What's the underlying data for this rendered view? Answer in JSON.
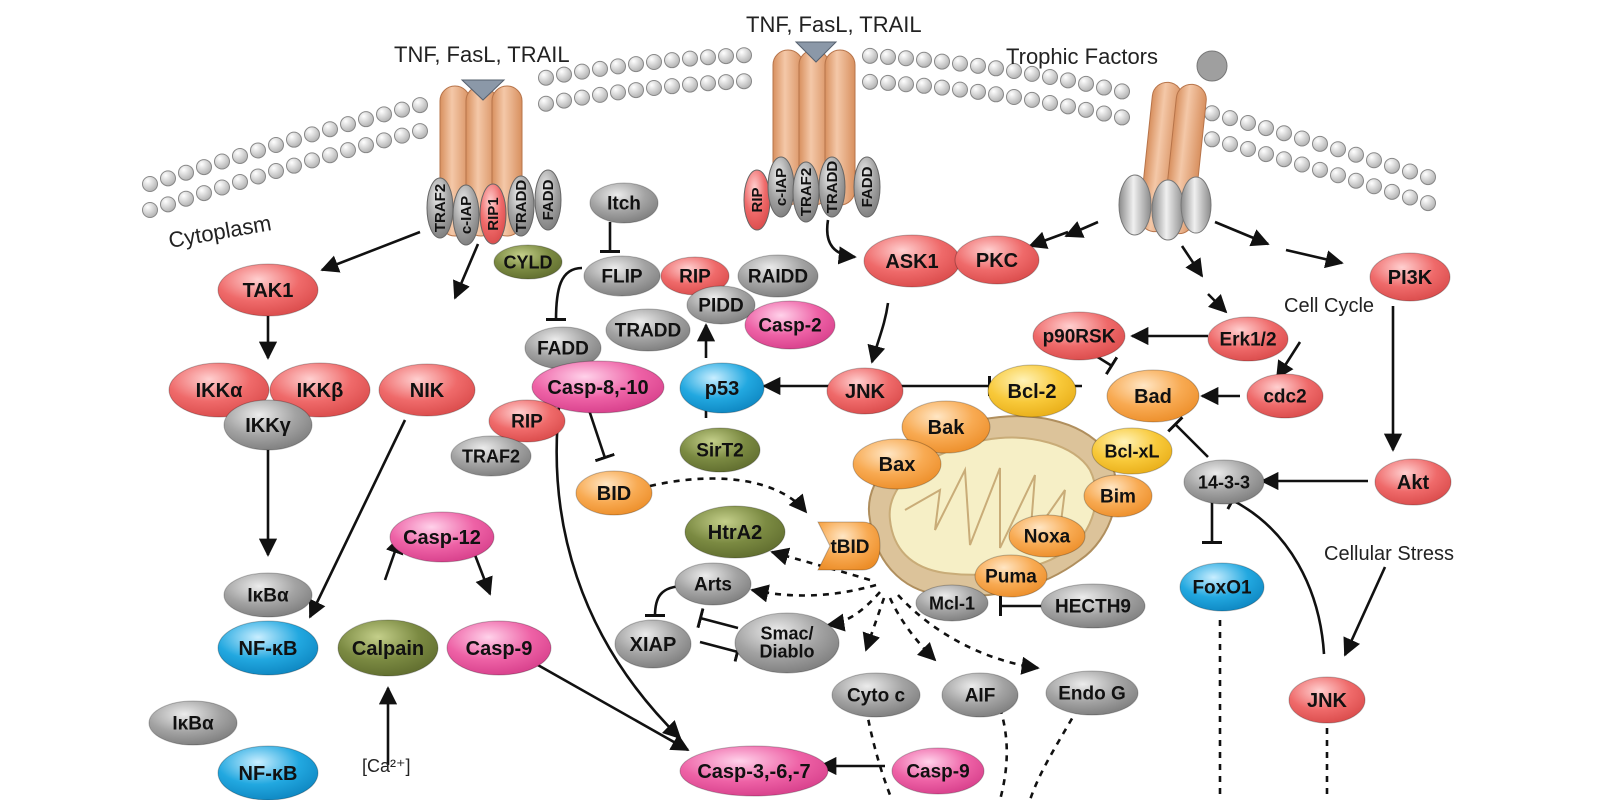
{
  "labels": {
    "ligand_left": "TNF, FasL, TRAIL",
    "ligand_center": "TNF, FasL, TRAIL",
    "trophic": "Trophic Factors",
    "cytoplasm": "Cytoplasm",
    "cell_cycle": "Cell Cycle",
    "cellular_stress": "Cellular Stress",
    "calcium": "[Ca²⁺]"
  },
  "receptor_adaptors": {
    "traf2_left": "TRAF2",
    "ciap_left": "c-IAP",
    "rip1": "RIP1",
    "tradd_left": "TRADD",
    "fadd_left": "FADD",
    "rip_center": "RIP",
    "ciap_center": "c-IAP",
    "traf2_center": "TRAF2",
    "tradd_center": "TRADD",
    "fadd_center": "FADD"
  },
  "nodes": {
    "cyld": "CYLD",
    "tak1": "TAK1",
    "ikka": "IKKα",
    "ikkb": "IKKβ",
    "ikkg": "IKKγ",
    "nik": "NIK",
    "ikba_1": "IκBα",
    "nfkb_1": "NF-κB",
    "ikba_2": "IκBα",
    "nfkb_2": "NF-κB",
    "itch": "Itch",
    "flip": "FLIP",
    "fadd": "FADD",
    "tradd": "TRADD",
    "casp810": "Casp-8,-10",
    "rip_lower": "RIP",
    "traf2": "TRAF2",
    "rip_pidd": "RIP",
    "raidd": "RAIDD",
    "pidd": "PIDD",
    "casp2": "Casp-2",
    "p53": "p53",
    "sirt2": "SirT2",
    "bid": "BID",
    "casp12": "Casp-12",
    "calpain": "Calpain",
    "casp9_left": "Casp-9",
    "ask1": "ASK1",
    "pkc": "PKC",
    "pi3k": "PI3K",
    "jnk_top": "JNK",
    "bcl2": "Bcl-2",
    "bad": "Bad",
    "p90rsk": "p90RSK",
    "erk12": "Erk1/2",
    "cdc2": "cdc2",
    "bak": "Bak",
    "bax": "Bax",
    "bclxl": "Bcl-xL",
    "bim": "Bim",
    "noxa": "Noxa",
    "puma": "Puma",
    "mcl1": "Mcl-1",
    "hecth9": "HECTH9",
    "tbid": "tBID",
    "htra2": "HtrA2",
    "arts": "Arts",
    "xiap": "XIAP",
    "smac": "Smac/\nDiablo",
    "cytoc": "Cyto c",
    "aif": "AIF",
    "endog": "Endo G",
    "casp367": "Casp-3,-6,-7",
    "casp9_right": "Casp-9",
    "akt": "Akt",
    "p1433": "14-3-3",
    "foxo1": "FoxO1",
    "jnk_bottom": "JNK"
  },
  "colors": {
    "red": "#ef6a6a",
    "gray": "#9a9a9a",
    "blue": "#1fa6de",
    "pink": "#ea5aa0",
    "orange": "#f7a54a",
    "yellow": "#f7c532",
    "olive": "#6f7d3a",
    "receptor": "#e8aa84",
    "mito": "#dcc39a"
  }
}
